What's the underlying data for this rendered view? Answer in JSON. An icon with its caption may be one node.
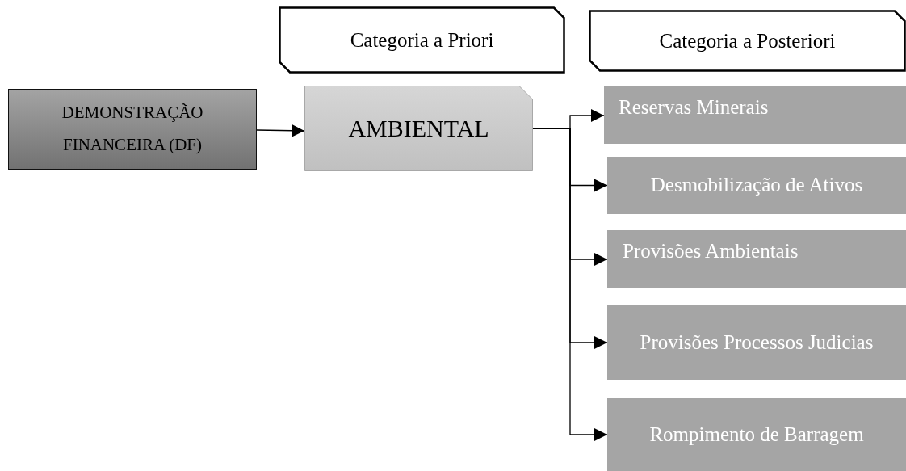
{
  "diagram": {
    "nodes": [
      {
        "text": [
          "Categoria a Priori"
        ]
      },
      {
        "text": [
          "Categoria a Posteriori"
        ]
      },
      {
        "text": [
          "DEMONSTRAÇÃO FINANCEIRA (DF)"
        ]
      },
      {
        "text": [
          "AMBIENTAL"
        ]
      },
      {
        "text": [
          "Reservas Minerais"
        ]
      },
      {
        "text": [
          "Desmobilização de Ativos"
        ]
      },
      {
        "text": [
          "Provisões Ambientais"
        ]
      },
      {
        "text": [
          "Provisões Processos Judicias"
        ]
      },
      {
        "text": [
          "Rompimento de Barragem"
        ]
      }
    ],
    "edges": [
      {
        "from": 2,
        "to": 3,
        "arrow": "to"
      },
      {
        "from": 3,
        "to": 4,
        "arrow": "to"
      },
      {
        "from": 3,
        "to": 5,
        "arrow": "to"
      },
      {
        "from": 3,
        "to": 6,
        "arrow": "to"
      },
      {
        "from": 3,
        "to": 7,
        "arrow": "to"
      },
      {
        "from": 3,
        "to": 8,
        "arrow": "to"
      }
    ]
  }
}
